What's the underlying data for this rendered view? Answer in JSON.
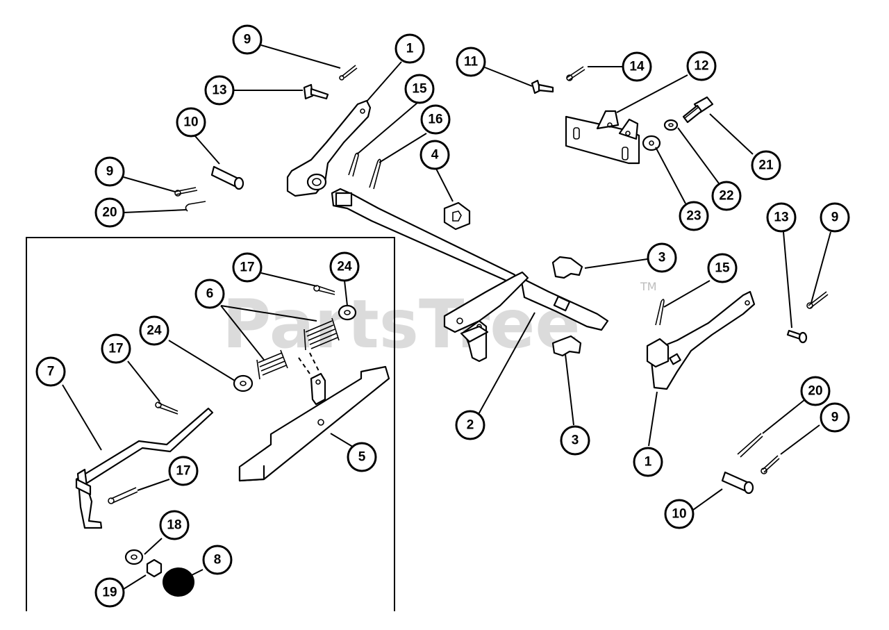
{
  "watermark": {
    "text": "PartsTree",
    "trademark": "TM"
  },
  "callout_labels": {
    "c1": "1",
    "c2": "2",
    "c3": "3",
    "c4": "4",
    "c5": "5",
    "c6": "6",
    "c7": "7",
    "c8": "8",
    "c9": "9",
    "c10": "10",
    "c11": "11",
    "c12": "12",
    "c13": "13",
    "c14": "14",
    "c15": "15",
    "c16": "16",
    "c17": "17",
    "c18": "18",
    "c19": "19",
    "c20": "20",
    "c21": "21",
    "c22": "22",
    "c23": "23",
    "c24": "24"
  }
}
